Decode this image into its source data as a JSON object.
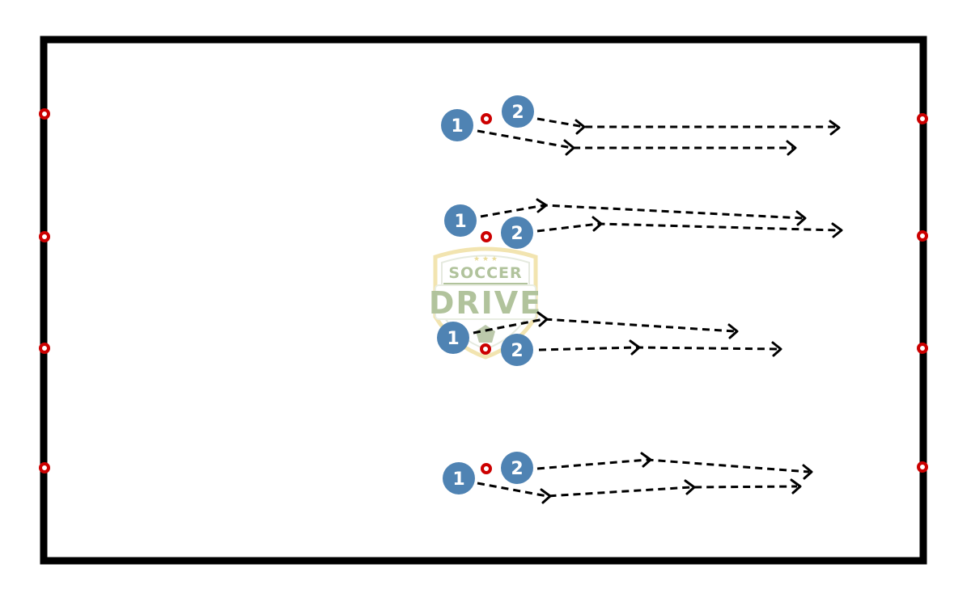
{
  "colors": {
    "field_line": "#000000",
    "player": "#4f83b3",
    "player_text": "#ffffff",
    "cone": "#cc0000",
    "path": "#000000",
    "watermark_text": "#a9bd92",
    "watermark_border": "#f1e2a8"
  },
  "watermark": {
    "line1": "SOCCER",
    "line2": "DRIVE"
  },
  "player_labels": {
    "one": "1",
    "two": "2"
  }
}
